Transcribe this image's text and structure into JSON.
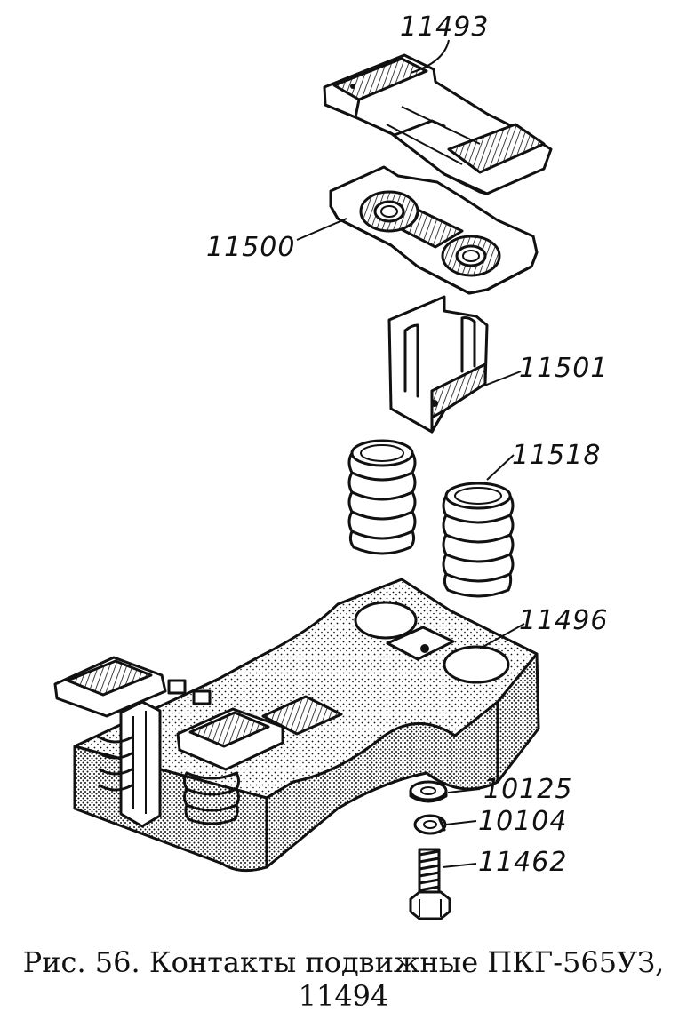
{
  "labels": {
    "p11493": "11493",
    "p11500": "11500",
    "p11501": "11501",
    "p11518": "11518",
    "p11496": "11496",
    "p10125": "10125",
    "p10104": "10104",
    "p11462": "11462"
  },
  "caption": {
    "line1": "Рис. 56. Контакты подвижные ПКГ-565УЗ,",
    "line2": "11494"
  },
  "colors": {
    "ink": "#111111",
    "paper": "#ffffff"
  }
}
